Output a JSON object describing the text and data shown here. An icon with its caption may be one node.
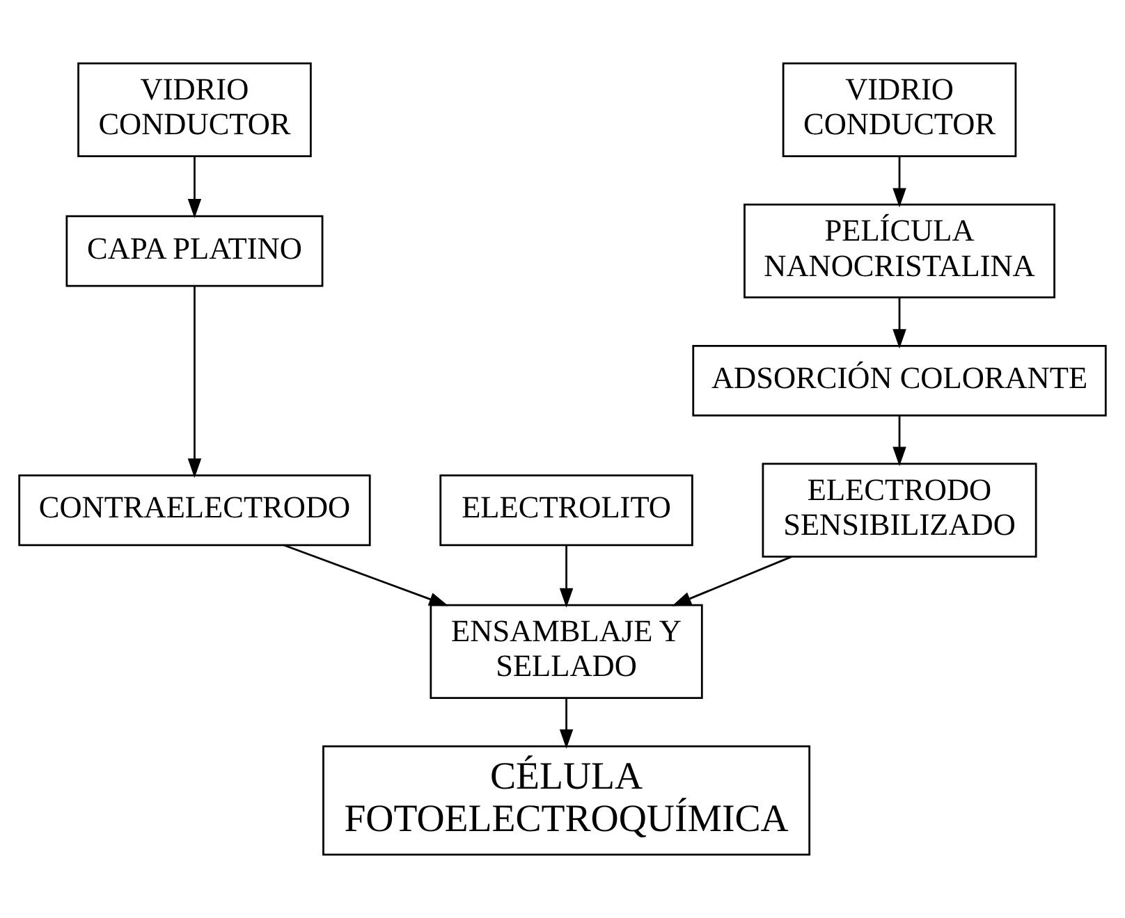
{
  "diagram": {
    "nodes": [
      {
        "text": [
          "VIDRIO CONDUCTOR"
        ]
      },
      {
        "text": [
          "VIDRIO CONDUCTOR"
        ]
      },
      {
        "text": [
          "CAPA PLATINO"
        ]
      },
      {
        "text": [
          "PELÍCULA NANOCRISTALINA"
        ]
      },
      {
        "text": [
          "CONTRAELECTRODO"
        ]
      },
      {
        "text": [
          "ADSORCIÓN COLORANTE"
        ]
      },
      {
        "text": [
          "ELECTROLITO"
        ]
      },
      {
        "text": [
          "ELECTRODO SENSIBILIZADO"
        ]
      },
      {
        "text": [
          "ENSAMBLAJE Y SELLADO"
        ]
      },
      {
        "text": [
          "CÉLULA FOTOELECTROQUÍMICA"
        ]
      }
    ],
    "edges": [
      {
        "from": 0,
        "to": 2,
        "arrow": "to"
      },
      {
        "from": 2,
        "to": 4,
        "arrow": "to"
      },
      {
        "from": 1,
        "to": 3,
        "arrow": "to"
      },
      {
        "from": 3,
        "to": 5,
        "arrow": "to"
      },
      {
        "from": 5,
        "to": 7,
        "arrow": "to"
      },
      {
        "from": 4,
        "to": 8,
        "arrow": "to"
      },
      {
        "from": 6,
        "to": 8,
        "arrow": "to"
      },
      {
        "from": 7,
        "to": 8,
        "arrow": "to"
      },
      {
        "from": 8,
        "to": 9,
        "arrow": "to"
      }
    ]
  }
}
